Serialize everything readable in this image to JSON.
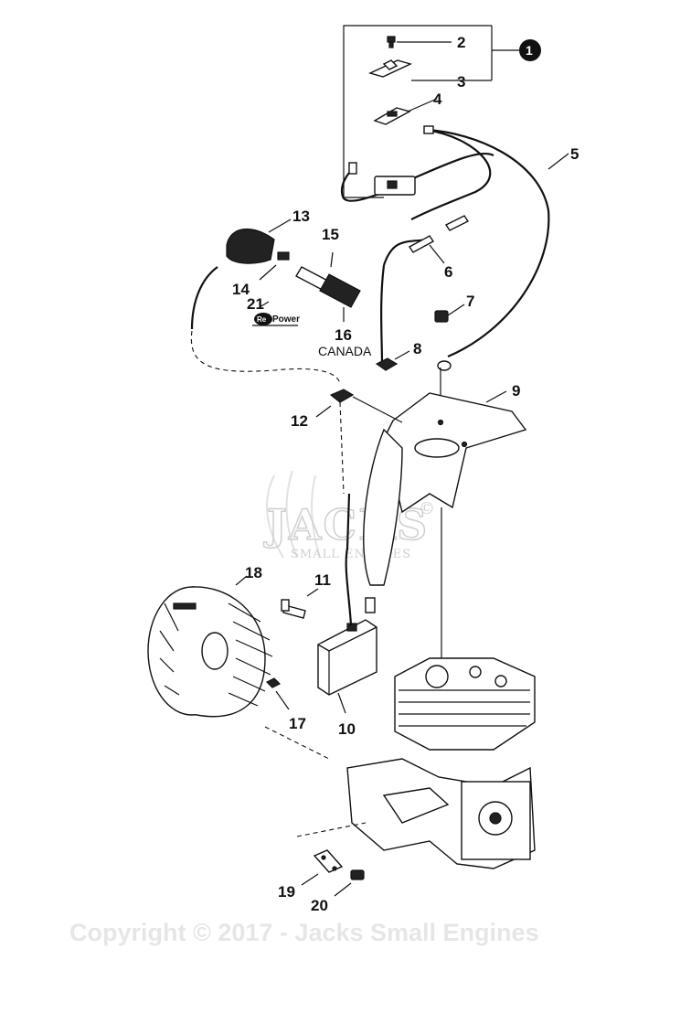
{
  "labels": {
    "n1": "1",
    "n2": "2",
    "n3": "3",
    "n4": "4",
    "n5": "5",
    "n6": "6",
    "n7": "7",
    "n8": "8",
    "n9": "9",
    "n10": "10",
    "n11": "11",
    "n12": "12",
    "n13": "13",
    "n14": "14",
    "n15": "15",
    "n16": "16",
    "n17": "17",
    "n18": "18",
    "n19": "19",
    "n20": "20",
    "n21": "21"
  },
  "canada_note": "CANADA",
  "repower_logo": "RePower",
  "watermark": {
    "brand": "JACKS",
    "sub": "SMALL ENGINES",
    "mark": "©"
  },
  "copyright": "Copyright © 2017 - Jacks Small Engines"
}
